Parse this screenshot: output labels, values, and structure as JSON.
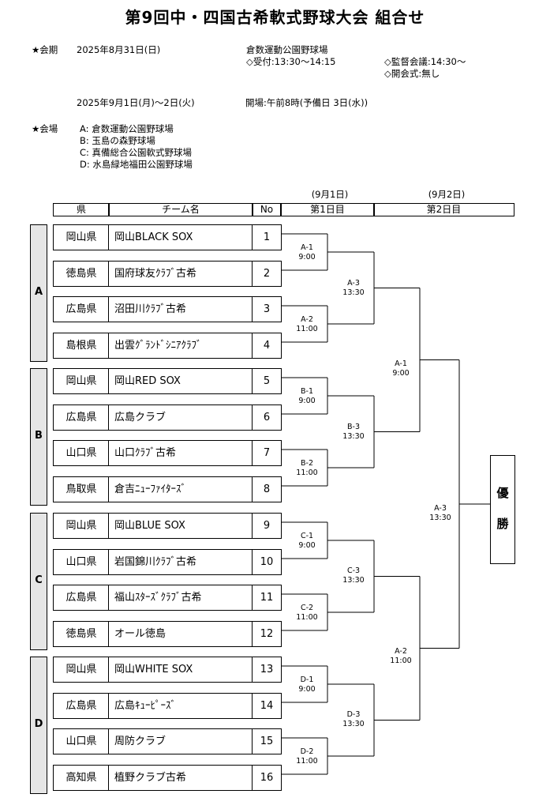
{
  "title": "第9回中・四国古希軟式野球大会 組合せ",
  "info": {
    "period_label": "★会期",
    "day1_date": "2025年8月31日(日)",
    "day1_venue": "倉数運動公園野球場",
    "reception": "◇受付:13:30〜14:15",
    "directors_meeting": "◇監督会議:14:30〜",
    "opening_ceremony": "◇開会式:無し",
    "games_dates": "2025年9月1日(月)〜2日(火)",
    "opening_time": "開場:午前8時(予備日 3日(水))",
    "venues_label": "★会場",
    "venues": [
      "A: 倉数運動公園野球場",
      "B: 玉島の森野球場",
      "C: 真備総合公園軟式野球場",
      "D: 水島緑地福田公園野球場"
    ]
  },
  "header": {
    "day1_date": "(9月1日)",
    "day2_date": "(9月2日)",
    "pref": "県",
    "team": "チーム名",
    "no": "No",
    "day1": "第1日目",
    "day2": "第2日目"
  },
  "blocks": [
    "A",
    "B",
    "C",
    "D"
  ],
  "teams": [
    {
      "pref": "岡山県",
      "name": "岡山BLACK SOX",
      "no": "1"
    },
    {
      "pref": "徳島県",
      "name": "国府球友ｸﾗﾌﾞ古希",
      "no": "2"
    },
    {
      "pref": "広島県",
      "name": "沼田川ｸﾗﾌﾞ古希",
      "no": "3"
    },
    {
      "pref": "島根県",
      "name": "出雲ｸﾞﾗﾝﾄﾞｼﾆｱｸﾗﾌﾞ",
      "no": "4"
    },
    {
      "pref": "岡山県",
      "name": "岡山RED SOX",
      "no": "5"
    },
    {
      "pref": "広島県",
      "name": "広島クラブ",
      "no": "6"
    },
    {
      "pref": "山口県",
      "name": "山口ｸﾗﾌﾞ古希",
      "no": "7"
    },
    {
      "pref": "鳥取県",
      "name": "倉吉ﾆｭｰﾌｧｲﾀｰｽﾞ",
      "no": "8"
    },
    {
      "pref": "岡山県",
      "name": "岡山BLUE SOX",
      "no": "9"
    },
    {
      "pref": "山口県",
      "name": "岩国錦川ｸﾗﾌﾞ古希",
      "no": "10"
    },
    {
      "pref": "広島県",
      "name": "福山ｽﾀｰｽﾞｸﾗﾌﾞ古希",
      "no": "11"
    },
    {
      "pref": "徳島県",
      "name": "オール徳島",
      "no": "12"
    },
    {
      "pref": "岡山県",
      "name": "岡山WHITE SOX",
      "no": "13"
    },
    {
      "pref": "広島県",
      "name": "広島ｷｭｰﾋﾟｰｽﾞ",
      "no": "14"
    },
    {
      "pref": "山口県",
      "name": "周防クラブ",
      "no": "15"
    },
    {
      "pref": "高知県",
      "name": "植野クラブ古希",
      "no": "16"
    }
  ],
  "round1": [
    {
      "game": "A-1",
      "time": "9:00"
    },
    {
      "game": "A-2",
      "time": "11:00"
    },
    {
      "game": "B-1",
      "time": "9:00"
    },
    {
      "game": "B-2",
      "time": "11:00"
    },
    {
      "game": "C-1",
      "time": "9:00"
    },
    {
      "game": "C-2",
      "time": "11:00"
    },
    {
      "game": "D-1",
      "time": "9:00"
    },
    {
      "game": "D-2",
      "time": "11:00"
    }
  ],
  "round2": [
    {
      "game": "A-3",
      "time": "13:30"
    },
    {
      "game": "B-3",
      "time": "13:30"
    },
    {
      "game": "C-3",
      "time": "13:30"
    },
    {
      "game": "D-3",
      "time": "13:30"
    }
  ],
  "semis": [
    {
      "game": "A-1",
      "time": "9:00"
    },
    {
      "game": "A-2",
      "time": "11:00"
    }
  ],
  "final": {
    "game": "A-3",
    "time": "13:30"
  },
  "champion": [
    "優",
    "勝"
  ]
}
